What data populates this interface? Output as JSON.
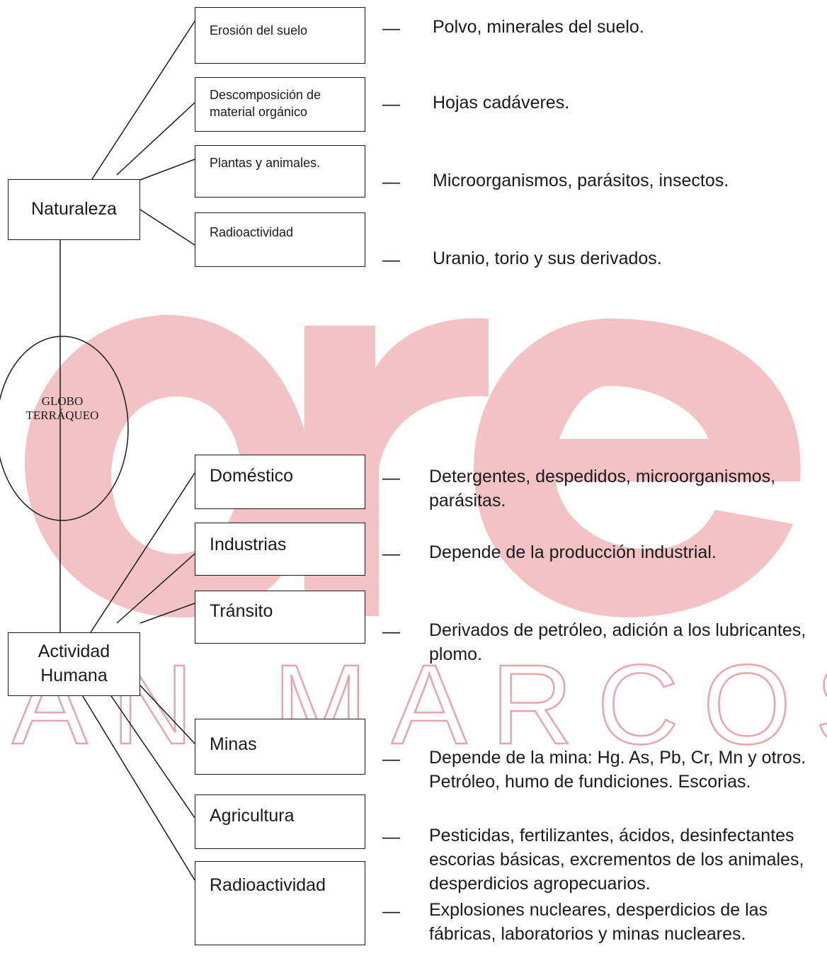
{
  "nature": {
    "root": "Naturaleza",
    "sources": [
      {
        "label": "Erosión del suelo",
        "description": "Polvo, minerales del suelo."
      },
      {
        "label": "Descomposición de material orgánico",
        "description": "Hojas cadáveres."
      },
      {
        "label": "Plantas y animales.",
        "description": "Microorganismos, parásitos, insectos."
      },
      {
        "label": "Radioactividad",
        "description": "Uranio, torio y sus derivados."
      }
    ]
  },
  "globe": {
    "line1": "GLOBO",
    "line2": "TERRÁQUEO"
  },
  "human": {
    "root": "Actividad Humana",
    "sources": [
      {
        "label": "Doméstico",
        "description": "Detergentes, despedidos, microorganismos, parásitas."
      },
      {
        "label": "Industrias",
        "description": "Depende de la producción industrial."
      },
      {
        "label": "Tránsito",
        "description": "Derivados de petróleo, adición a los lubricantes, plomo."
      },
      {
        "label": "Minas",
        "description": "Depende de la mina: Hg. As, Pb, Cr, Mn y otros. Petróleo, humo de fundiciones. Escorias."
      },
      {
        "label": "Agricultura",
        "description": "Pesticidas, fertilizantes, ácidos, desinfectantes escorias básicas, excrementos de los animales, desperdicios agropecuarios."
      },
      {
        "label": "Radioactividad",
        "description": "Explosiones nucleares, desperdicios de las fábricas, laboratorios y minas nucleares."
      }
    ]
  },
  "dash_glyph": "—",
  "watermark": {
    "text": "SAN MARCOS",
    "color": "#e8a4a8"
  },
  "colors": {
    "line": "#1a1a1a",
    "watermark": "#e89ea3"
  }
}
